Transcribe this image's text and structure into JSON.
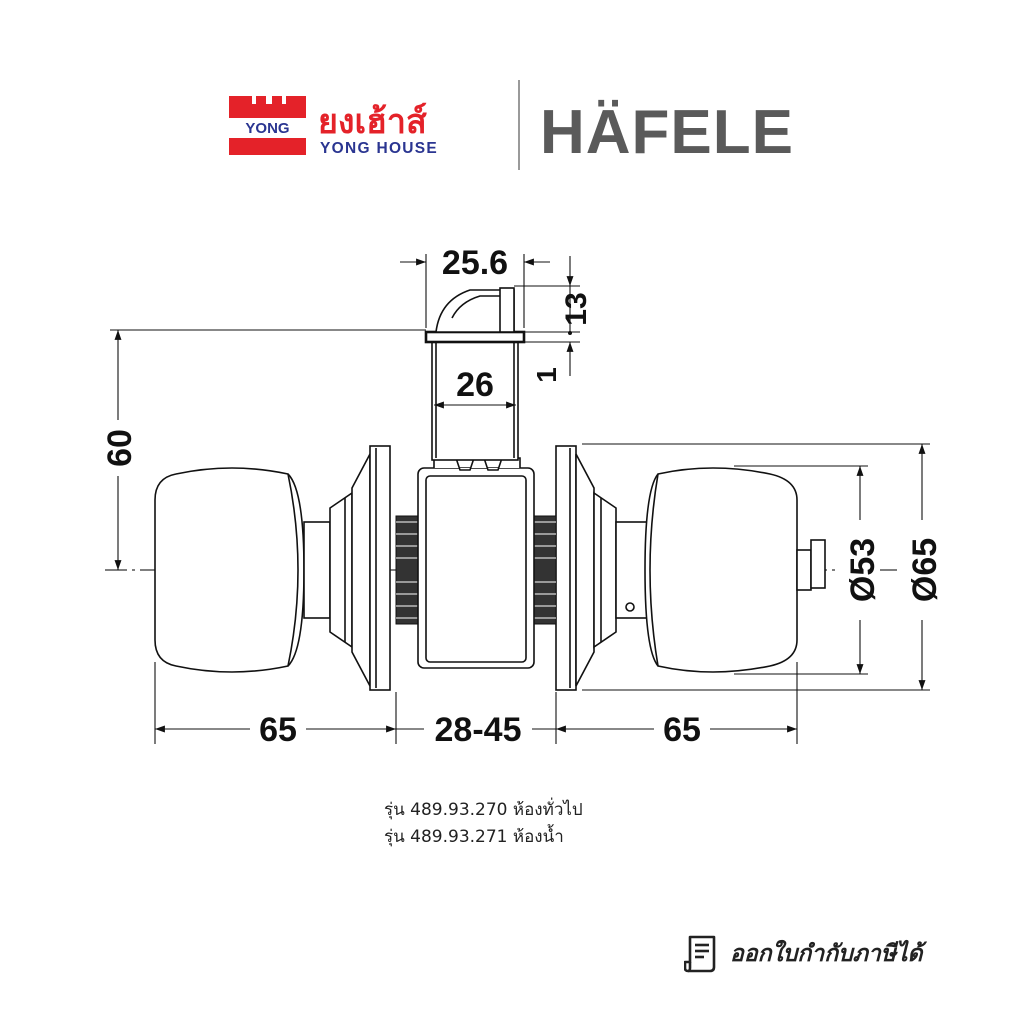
{
  "brand": {
    "yong_badge": "YONG",
    "yong_thai": "ยงเฮ้าส์",
    "yong_house": "YONG HOUSE",
    "hafele": "HÄFELE",
    "red": "#e42229",
    "grey": "#5a5a5a"
  },
  "dimensions": {
    "latch_front_width": "25.6",
    "latch_front_height": "13",
    "faceplate_thickness": "1",
    "latch_body_width": "26",
    "backset": "60",
    "rose_diameter": "Ø53",
    "knob_diameter": "Ø65",
    "knob_length_left": "65",
    "door_thickness": "28-45",
    "knob_length_right": "65"
  },
  "models": [
    "รุ่น 489.93.270 ห้องทั่วไป",
    "รุ่น 489.93.271 ห้องน้ำ"
  ],
  "invoice": {
    "label": "ออกใบกำกับภาษีได้",
    "icon": "receipt-icon"
  }
}
